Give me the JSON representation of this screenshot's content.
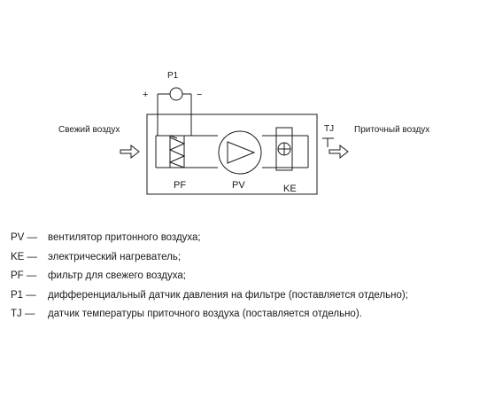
{
  "diagram": {
    "labels": {
      "p1": "P1",
      "plus": "+",
      "minus": "−",
      "tj": "TJ",
      "pf": "PF",
      "pv": "PV",
      "ke": "KE",
      "fresh_air": "Свежий воздух",
      "supply_air": "Приточный воздух"
    }
  },
  "legend": {
    "items": [
      {
        "code": "PV —",
        "desc": "вентилятор притонного воздуха;"
      },
      {
        "code": "KE —",
        "desc": "электрический нагреватель;"
      },
      {
        "code": "PF —",
        "desc": "фильтр для свежего воздуха;"
      },
      {
        "code": "P1 —",
        "desc": "дифференциальный датчик давления на фильтре (поставляется отдельно);"
      },
      {
        "code": "TJ —",
        "desc": "датчик температуры приточного воздуха (поставляется отдельно)."
      }
    ]
  }
}
